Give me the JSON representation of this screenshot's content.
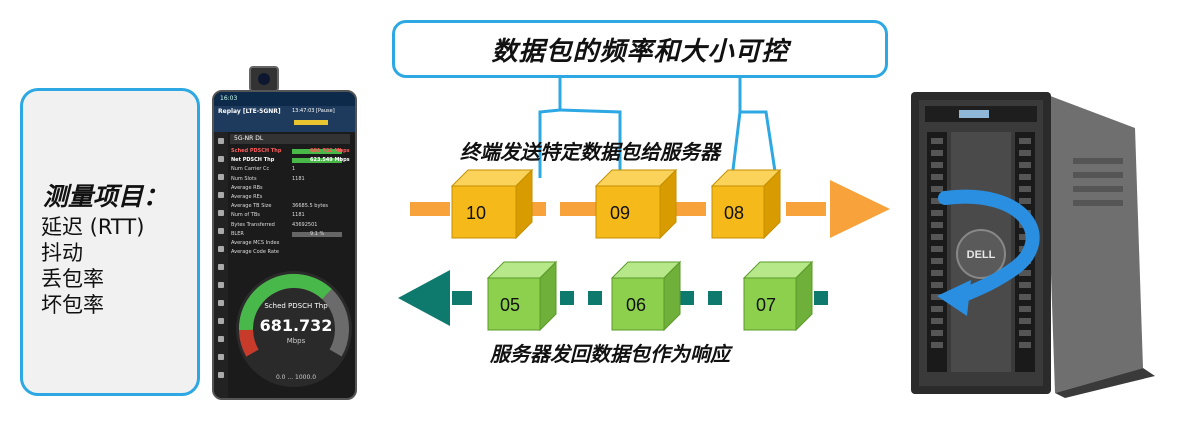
{
  "title": "数据包的频率和大小可控",
  "metrics": {
    "title": "测量项目：",
    "items": [
      "延迟 (RTT)",
      "抖动",
      "丢包率",
      "坏包率"
    ]
  },
  "uplink": {
    "label": "终端发送特定数据包给服务器",
    "packets": [
      "10",
      "09",
      "08"
    ],
    "color": "#f7a23b",
    "cube_color": "#f5b91a"
  },
  "downlink": {
    "label": "服务器发回数据包作为响应",
    "packets": [
      "05",
      "06",
      "07"
    ],
    "color": "#0e7a6e",
    "cube_color": "#8cd04e"
  },
  "accent_color": "#2da8e3",
  "phone": {
    "status": "16:03",
    "header_title": "Replay [LTE-5GNR]",
    "header_right": "13:47:03 [Pause]",
    "tab": "5G-NR DL",
    "rows": [
      {
        "label": "Sched PDSCH Thp",
        "value": "681.732 Mbps",
        "style": "red"
      },
      {
        "label": "Net PDSCH Thp",
        "value": "623.549 Mbps",
        "style": "white"
      },
      {
        "label": "Num Carrier Cc",
        "value": "1",
        "style": ""
      },
      {
        "label": "Num Slots",
        "value": "1181",
        "style": ""
      },
      {
        "label": "Average RBs",
        "value": "",
        "style": ""
      },
      {
        "label": "Average REs",
        "value": "",
        "style": ""
      },
      {
        "label": "Average TB Size",
        "value": "36685.5 bytes",
        "style": ""
      },
      {
        "label": "Num of TBs",
        "value": "1181",
        "style": ""
      },
      {
        "label": "Bytes Transferred",
        "value": "43692501",
        "style": ""
      },
      {
        "label": "BLER",
        "value": "9.1 %",
        "style": ""
      },
      {
        "label": "Average MCS Index",
        "value": "",
        "style": ""
      },
      {
        "label": "Average Code Rate",
        "value": "",
        "style": ""
      }
    ],
    "gauge": {
      "label": "Sched PDSCH Thp",
      "value": "681.732",
      "unit": "Mbps",
      "range": "0.0 ... 1000.0",
      "fraction": 0.68
    }
  },
  "server": {
    "brand": "DELL"
  }
}
